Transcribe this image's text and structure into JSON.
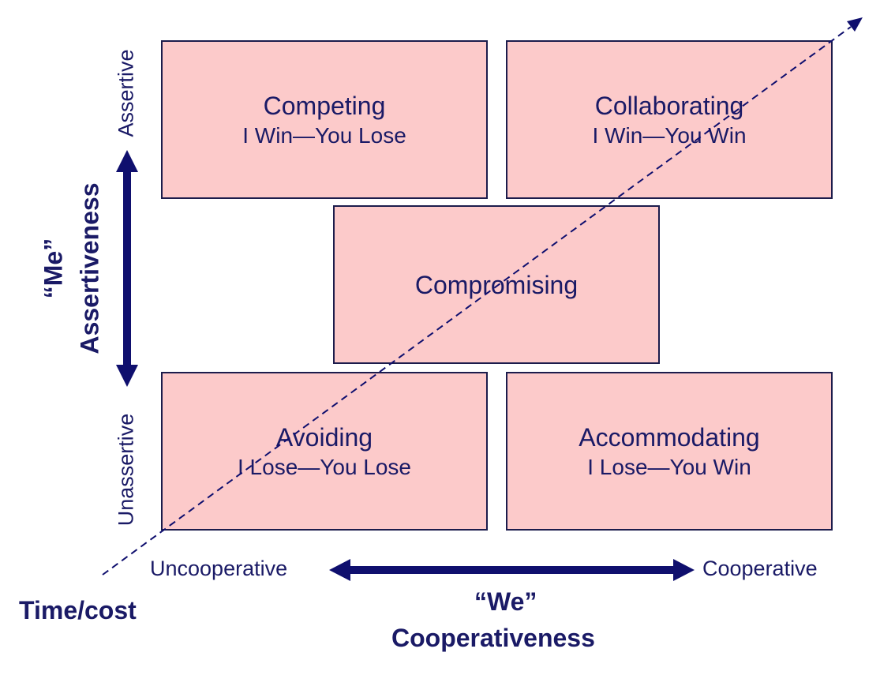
{
  "boxes": {
    "competing": {
      "title": "Competing",
      "subtitle": "I Win—You Lose"
    },
    "collaborating": {
      "title": "Collaborating",
      "subtitle": "I Win—You Win"
    },
    "compromising": {
      "title": "Compromising"
    },
    "avoiding": {
      "title": "Avoiding",
      "subtitle": "I Lose—You Lose"
    },
    "accommodating": {
      "title": "Accommodating",
      "subtitle": "I Lose—You Win"
    }
  },
  "y_axis": {
    "high": "Assertive",
    "low": "Unassertive",
    "nickname": "“Me”",
    "name": "Assertiveness"
  },
  "x_axis": {
    "low": "Uncooperative",
    "high": "Cooperative",
    "nickname": "“We”",
    "name": "Cooperativeness"
  },
  "diagonal_label": "Time/cost",
  "colors": {
    "box_fill": "#fccaca",
    "text": "#1a1a66",
    "arrow": "#0f0f6e"
  }
}
